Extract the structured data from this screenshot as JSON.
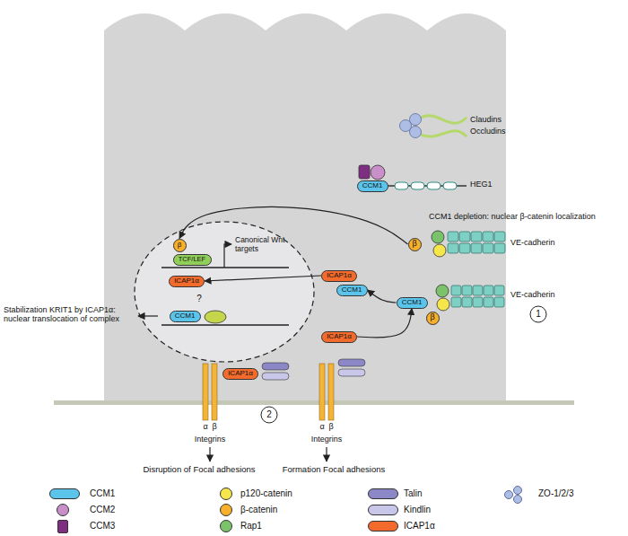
{
  "diagram": {
    "nodes": [
      {
        "text": [
          "CCM1"
        ]
      },
      {
        "text": [
          "β"
        ]
      },
      {
        "text": [
          "CCM1"
        ]
      },
      {
        "text": [
          "β"
        ]
      },
      {
        "text": [
          "ICAP1α"
        ]
      },
      {
        "text": [
          "CCM1"
        ]
      },
      {
        "text": [
          "ICAP1α"
        ]
      },
      {
        "text": [
          "β"
        ]
      },
      {
        "text": [
          "TCF/LEF"
        ]
      },
      {
        "text": [
          "ICAP1α"
        ]
      },
      {
        "text": [
          "CCM1"
        ]
      },
      {
        "text": [
          "ICAP1α"
        ]
      }
    ],
    "edges": [
      {
        "from": 1,
        "to": 7,
        "arrow": "to"
      },
      {
        "from": 2,
        "to": 5,
        "arrow": "to"
      },
      {
        "from": 6,
        "to": 2,
        "arrow": "to"
      },
      {
        "from": 4,
        "to": 9,
        "arrow": "to"
      }
    ],
    "labels": [
      "Claudins",
      "Occludins",
      "HEG1",
      "CCM1 depletion: nuclear β-catenin localization",
      "VE-cadherin",
      "VE-cadherin",
      "1",
      "Canonical Wnt targets",
      "?",
      "Stabilization KRIT1 by ICAP1α: nuclear translocation of complex",
      "α",
      "β",
      "α",
      "β",
      "Integrins",
      "Integrins",
      "2",
      "Disruption of Focal adhesions",
      "Formation Focal adhesions"
    ],
    "legend": [
      {
        "text": "CCM1",
        "color": "#5bc4ea"
      },
      {
        "text": "CCM2",
        "color": "#c98fc8"
      },
      {
        "text": "CCM3",
        "color": "#7e2f82"
      },
      {
        "text": "p120-catenin",
        "color": "#f5e64b"
      },
      {
        "text": "β-catenin",
        "color": "#f6b02b"
      },
      {
        "text": "Rap1",
        "color": "#7ac36a"
      },
      {
        "text": "Talin",
        "color": "#8c87c7"
      },
      {
        "text": "Kindlin",
        "color": "#c9c7e9"
      },
      {
        "text": "ICAP1α",
        "color": "#f26a2c"
      },
      {
        "text": "ZO-1/2/3",
        "color": "#aebde6"
      }
    ]
  }
}
